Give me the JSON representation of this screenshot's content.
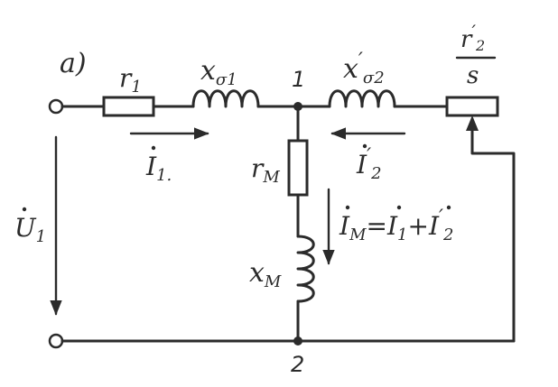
{
  "diagram": {
    "panel_label": "a)",
    "node_1_label": "1",
    "node_2_label": "2",
    "labels": {
      "r1": "r",
      "r1_sub": "1",
      "x_s1": "x",
      "x_s1_sub": "σ1",
      "x_s2": "x",
      "x_s2_prime": "′",
      "x_s2_sub": "σ2",
      "r2_num": "r",
      "r2_prime": "′",
      "r2_sub": "2",
      "r2_den": "s",
      "rm": "r",
      "rm_sub": "M",
      "xm": "x",
      "xm_sub": "M",
      "u1": "U",
      "u1_sub": "1",
      "i1": "I",
      "i1_sub": "1.",
      "i2": "I",
      "i2_prime": "′",
      "i2_sub": "2",
      "im_eq_lhs": "I",
      "im_eq_lhs_sub": "M",
      "im_eq_rest": "=I",
      "im_eq_rest_sub1": "1",
      "im_eq_plus": "+I",
      "im_eq_prime": "′",
      "im_eq_sub2": "2"
    }
  }
}
